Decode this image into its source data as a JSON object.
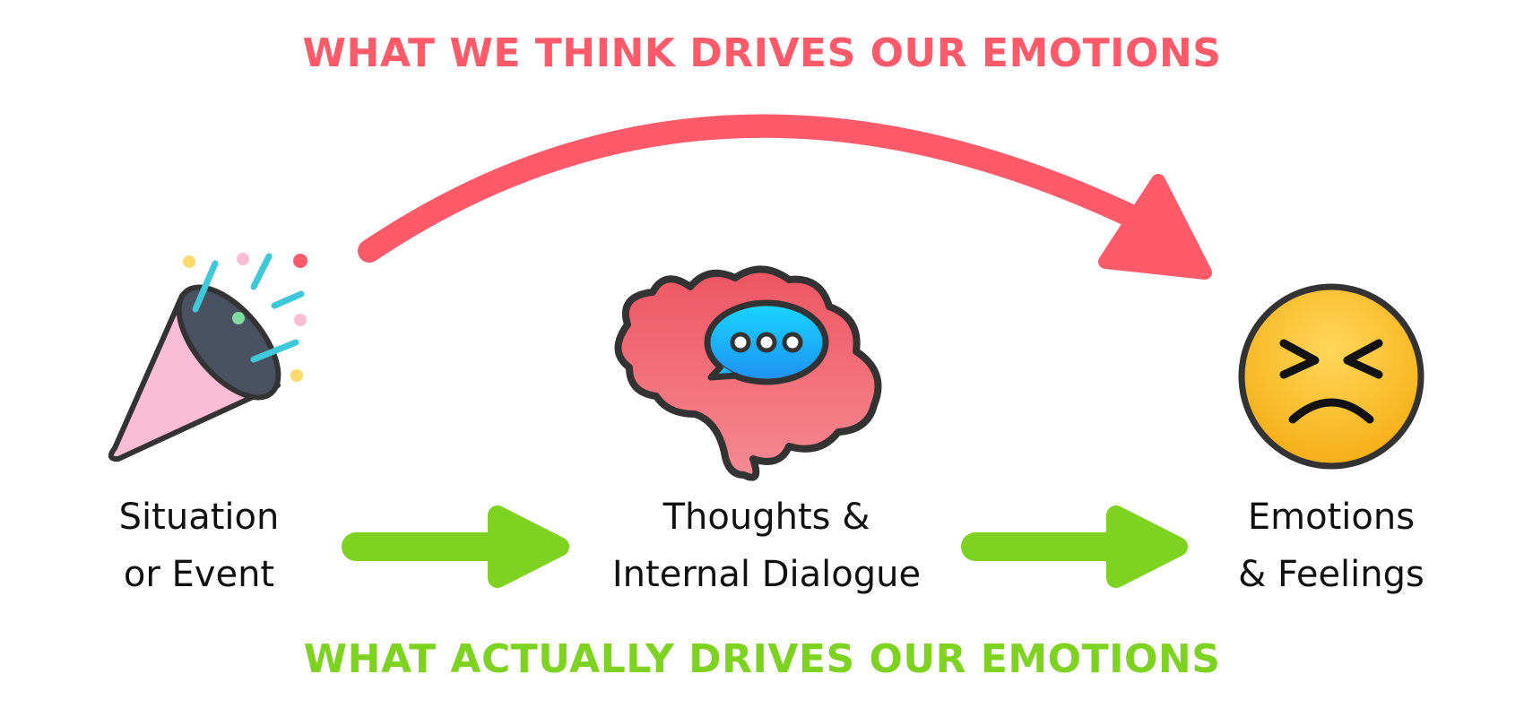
{
  "top_title": "WHAT WE THINK DRIVES OUR EMOTIONS",
  "bottom_title": "WHAT ACTUALLY DRIVES OUR EMOTIONS",
  "nodes": [
    {
      "line1": "Situation",
      "line2": "or Event",
      "icon": "party-popper-icon"
    },
    {
      "line1": "Thoughts &",
      "line2": "Internal Dialogue",
      "icon": "brain-speech-bubble-icon"
    },
    {
      "line1": "Emotions",
      "line2": "& Feelings",
      "icon": "frustrated-face-icon"
    }
  ],
  "colors": {
    "perceived": "#ff5a6a",
    "actual": "#7ed321",
    "text": "#111111"
  }
}
